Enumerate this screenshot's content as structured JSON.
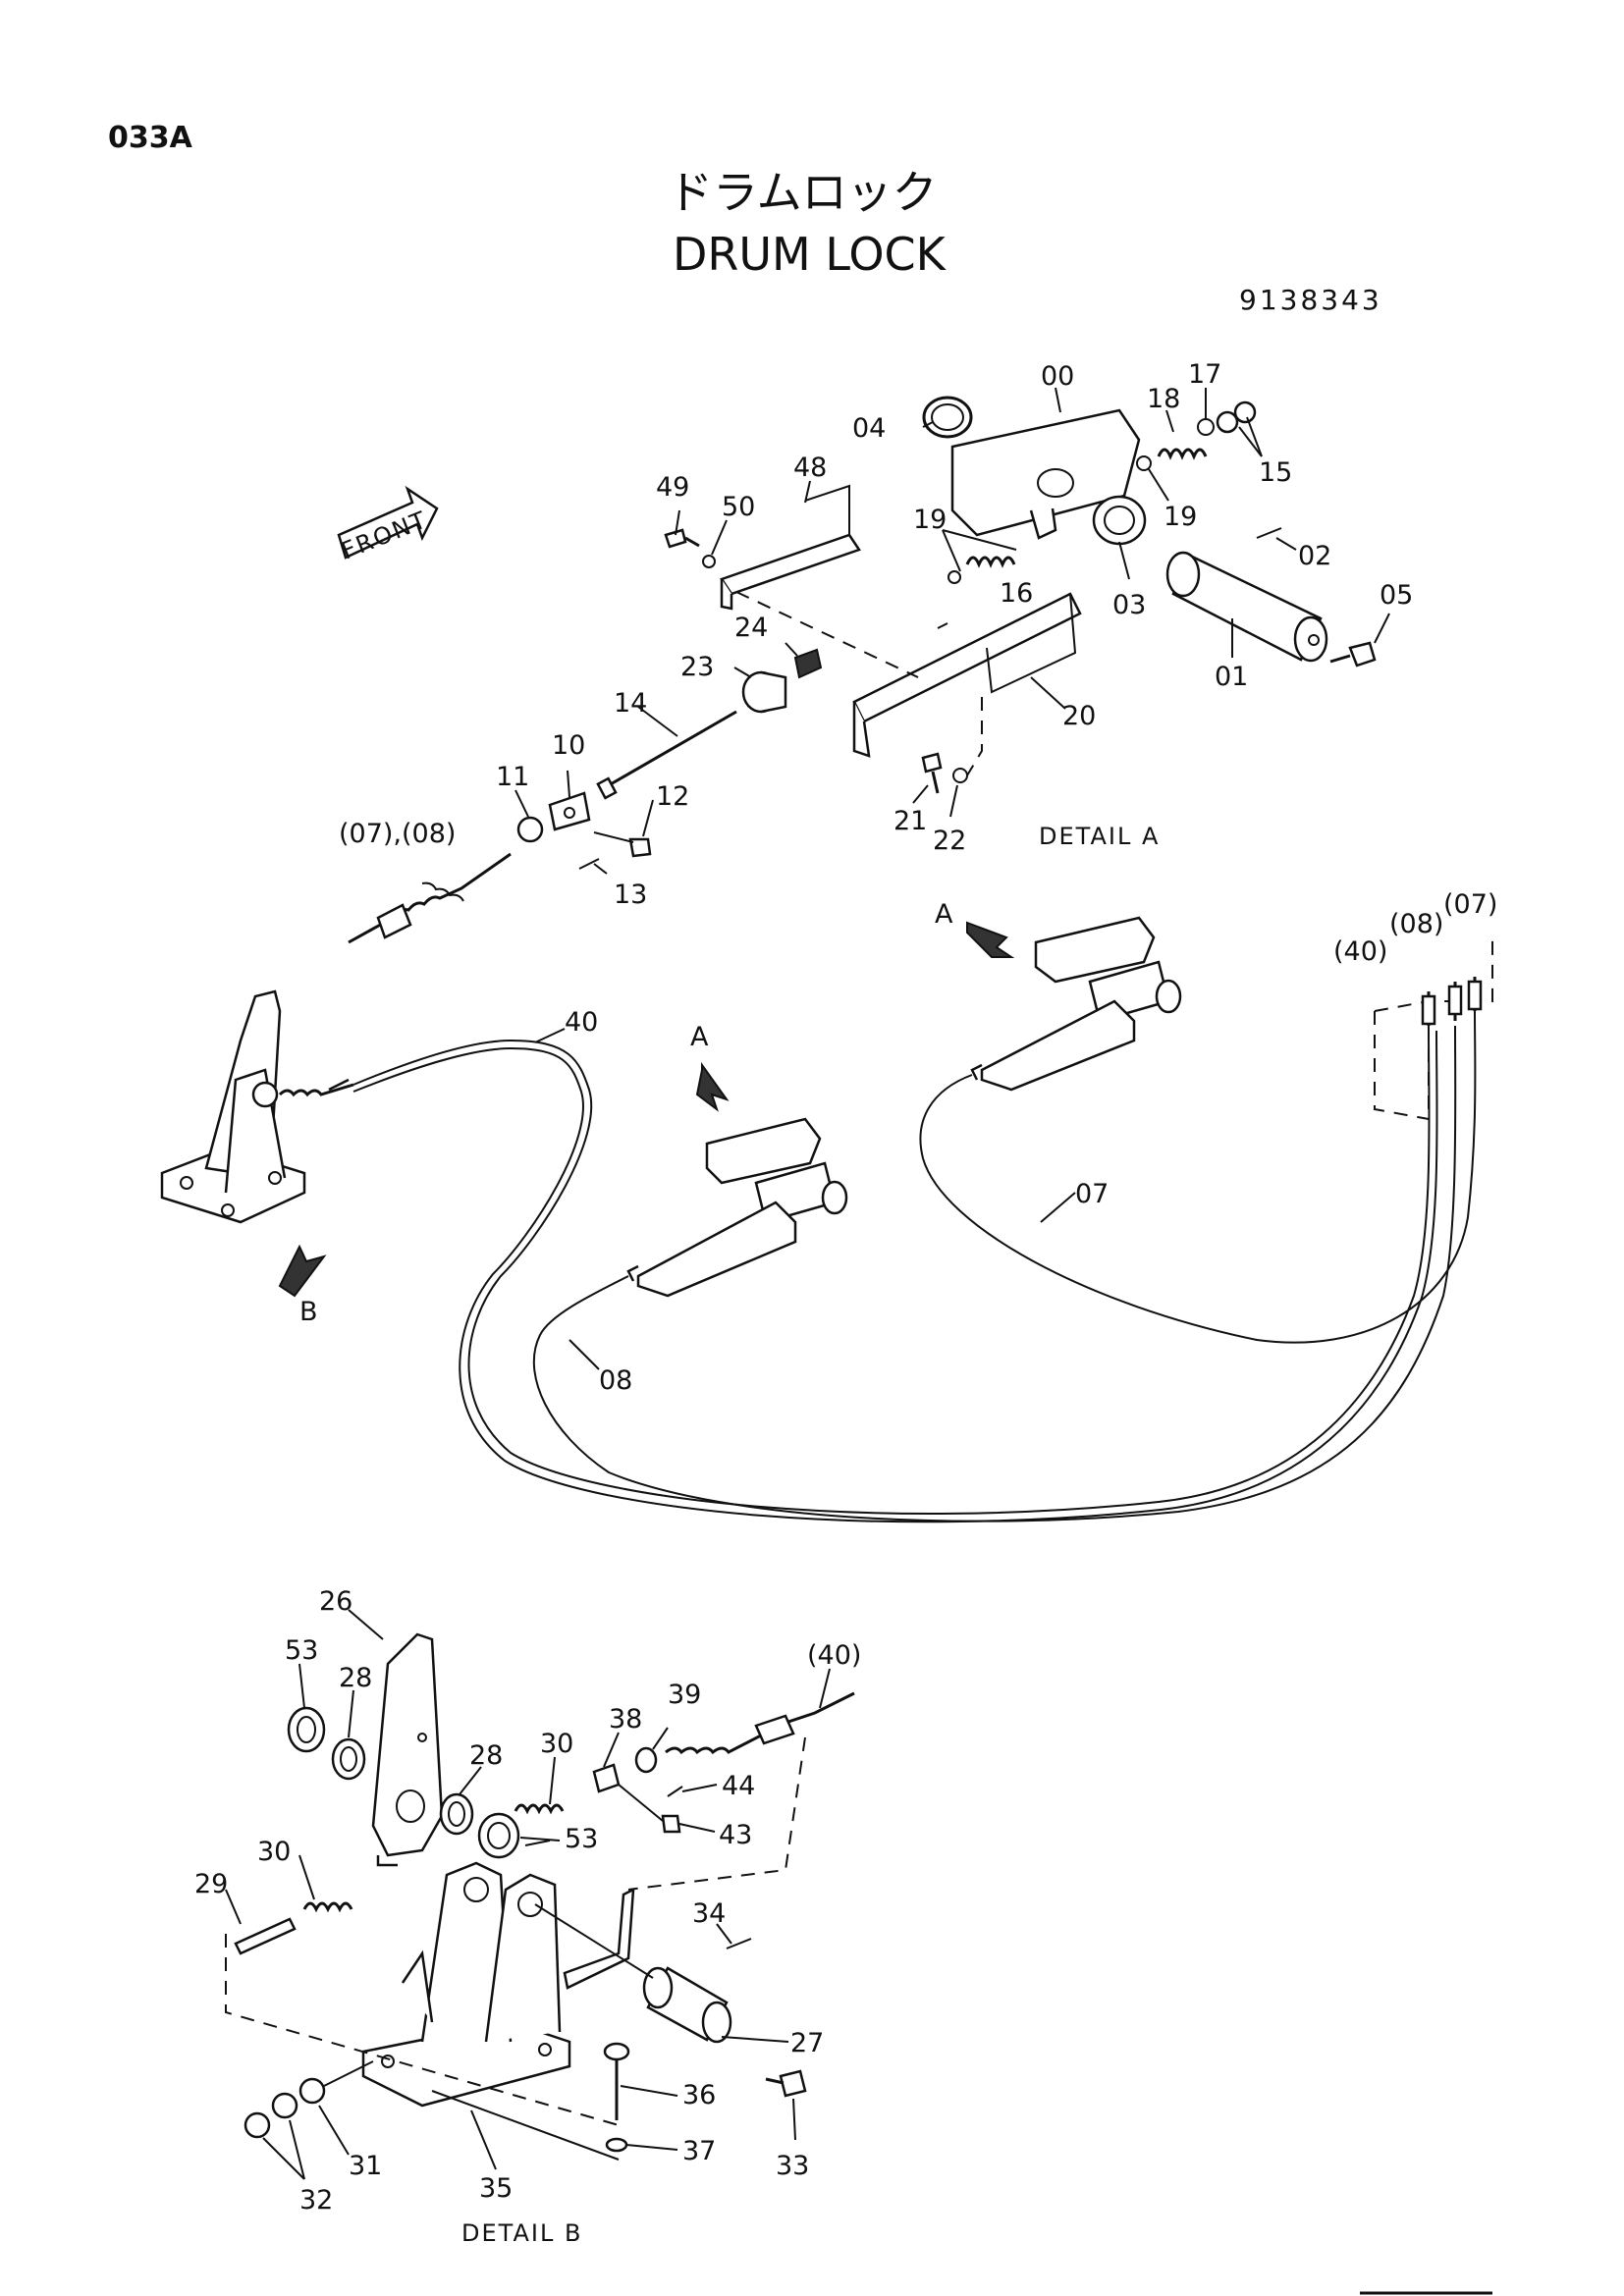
{
  "page_code": "033A",
  "title_jp": "ドラムロック",
  "title_en": "DRUM LOCK",
  "drawing_no": "9138343",
  "front_label": "FRONT",
  "detail_a_label": "DETAIL  A",
  "detail_b_label": "DETAIL  B",
  "view_arrows": {
    "a1": "A",
    "a2": "A",
    "b": "B"
  },
  "parts": {
    "p00": "00",
    "p04": "04",
    "p18": "18",
    "p17": "17",
    "p15": "15",
    "p49": "49",
    "p50": "50",
    "p48": "48",
    "p19a": "19",
    "p19b": "19",
    "p16": "16",
    "p02": "02",
    "p03": "03",
    "p05": "05",
    "p01": "01",
    "p24": "24",
    "p23": "23",
    "p20": "20",
    "p14": "14",
    "p10": "10",
    "p11": "11",
    "p12": "12",
    "p13": "13",
    "p0708": "(07),(08)",
    "p21": "21",
    "p22": "22",
    "c07": "(07)",
    "c08": "(08)",
    "c40": "(40)",
    "w40": "40",
    "w07": "07",
    "w08": "08",
    "p26": "26",
    "p53a": "53",
    "p28a": "28",
    "p28b": "28",
    "p30a": "30",
    "p38": "38",
    "p39": "39",
    "c40b": "(40)",
    "p44": "44",
    "p43": "43",
    "p53b": "53",
    "p30b": "30",
    "p29": "29",
    "p34": "34",
    "p27": "27",
    "p36": "36",
    "p37": "37",
    "p33": "33",
    "p31": "31",
    "p35": "35",
    "p32": "32"
  }
}
